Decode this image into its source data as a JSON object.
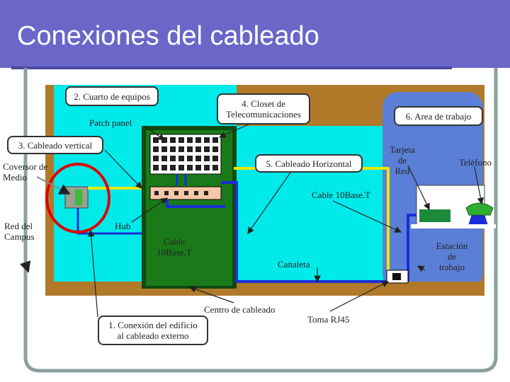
{
  "title": "Conexiones del cableado",
  "labels": {
    "cuarto_equipos": "2. Cuarto de equipos",
    "closet_line1": "4. Closet de",
    "closet_line2": "Telecomunicaciones",
    "area_trabajo": "6. Area de trabajo",
    "patch_panel": "Patch panel",
    "cableado_vertical": "3. Cableado vertical",
    "cableado_horizontal": "5. Cableado Horizontal",
    "coversor_line1": "Coversor de",
    "coversor_line2": "Medio",
    "tarjeta_line1": "Tarjeta",
    "tarjeta_line2": "de",
    "tarjeta_line3": "Red",
    "telefono": "Teléfono",
    "cable_10baset_right": "Cable 10Base.T",
    "red_line1": "Red del",
    "red_line2": "Campus",
    "hub": "Hub",
    "cable_line1": "Cable",
    "cable_line2": "10Base.T",
    "canaleta": "Canaleta",
    "estacion_line1": "Estación",
    "estacion_line2": "de",
    "estacion_line3": "trabajo",
    "centro_cableado": "Centro de cableado",
    "toma_rj45": "Toma RJ45",
    "conexion_line1": "1. Conexión del edificio",
    "conexion_line2": "al cableado externo"
  },
  "colors": {
    "header": "#6a67c8",
    "building_wall": "#b07a2a",
    "equipment_room": "#00eaea",
    "closet_green": "#1a7a1a",
    "work_area": "#5b7fd6",
    "cable_blue": "#1a2ed8",
    "cable_yellow": "#e8e800",
    "highlight_red": "#e00000",
    "frame_gray": "#8aa0a0"
  }
}
